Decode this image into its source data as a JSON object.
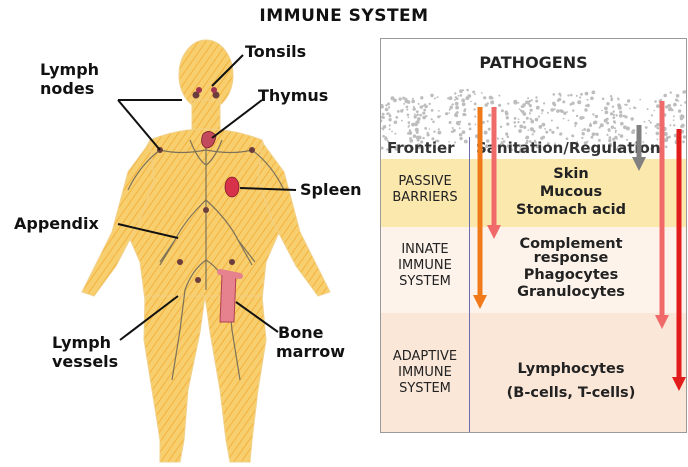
{
  "title": "IMMUNE SYSTEM",
  "organ_labels": {
    "tonsils": "Tonsils",
    "lymph_nodes": [
      "Lymph",
      "nodes"
    ],
    "thymus": "Thymus",
    "spleen": "Spleen",
    "appendix": "Appendix",
    "lymph_vessels": [
      "Lymph",
      "vessels"
    ],
    "bone_marrow": [
      "Bone",
      "marrow"
    ]
  },
  "panel": {
    "pathogens_title": "PATHOGENS",
    "column_headers": {
      "frontier": "Frontier",
      "sanitation": "Sanitation/Regulation"
    },
    "rows": {
      "passive": {
        "label": [
          "PASSIVE",
          "BARRIERS"
        ],
        "items": [
          "Skin",
          "Mucous",
          "Stomach acid"
        ]
      },
      "innate": {
        "label": [
          "INNATE",
          "IMMUNE",
          "SYSTEM"
        ],
        "items": [
          "Complement",
          "response",
          "Phagocytes",
          "Granulocytes"
        ]
      },
      "adaptive": {
        "label": [
          "ADAPTIVE",
          "IMMUNE",
          "SYSTEM"
        ],
        "items": [
          "Lymphocytes",
          "(B-cells, T-cells)"
        ]
      }
    }
  },
  "colors": {
    "body_fill": "#f7c35a",
    "passive_band": "#fbe8ad",
    "innate_band": "#fdf3ea",
    "adaptive_band": "#fbe7d8",
    "arrow_orange": "#f07a1a",
    "arrow_pink": "#f06a6a",
    "arrow_red": "#e21b1b",
    "arrow_gray": "#808080"
  }
}
